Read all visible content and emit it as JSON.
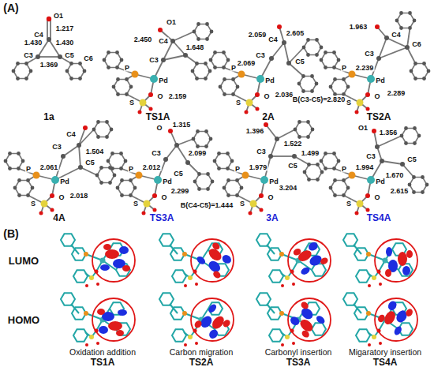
{
  "diagram": {
    "labels": [
      "(A)",
      "O1",
      "1.217",
      "C4",
      "1.430",
      "C3",
      "1.430",
      "C5",
      "C6",
      "1.369",
      "1a",
      "2.450",
      "O1",
      "C4",
      "1.648",
      "C3",
      "P",
      "Pd",
      "2.159",
      "O",
      "S",
      "TS1A",
      "2.059",
      "2.605",
      "C3",
      "C5",
      "C4",
      "2.069",
      "P",
      "Pd",
      "2.036",
      "O",
      "S",
      "B(C3-C5)=2.820",
      "2A",
      "1.963",
      "C3",
      "C4",
      "C6",
      "2.239",
      "P",
      "Pd",
      "2.289",
      "O",
      "S",
      "TS2A",
      "C3",
      "C4",
      "1.504",
      "2.061",
      "P",
      "Pd",
      "C5",
      "2.018",
      "O",
      "S",
      "4A",
      "1.315",
      "O",
      "2.012",
      "C3",
      "P",
      "Pd",
      "2.099",
      "C5",
      "2.299",
      "O",
      "S",
      "B(C4-C5)=1.444",
      "TS3A",
      "1.396",
      "1.522",
      "C3",
      "P",
      "1.979",
      "Pd",
      "C5",
      "1.499",
      "3.204",
      "O",
      "S",
      "3A",
      "O1",
      "1.356",
      "1.994",
      "P",
      "Pd",
      "C3",
      "C5",
      "1.670",
      "2.615",
      "O",
      "S",
      "TS4A",
      "(B)",
      "LUMO",
      "HOMO",
      "Oxidation addition",
      "Carbon migration",
      "Carbonyl insertion",
      "Migaratory insertion",
      "TS1A",
      "TS2A",
      "TS3A",
      "TS4A"
    ]
  }
}
